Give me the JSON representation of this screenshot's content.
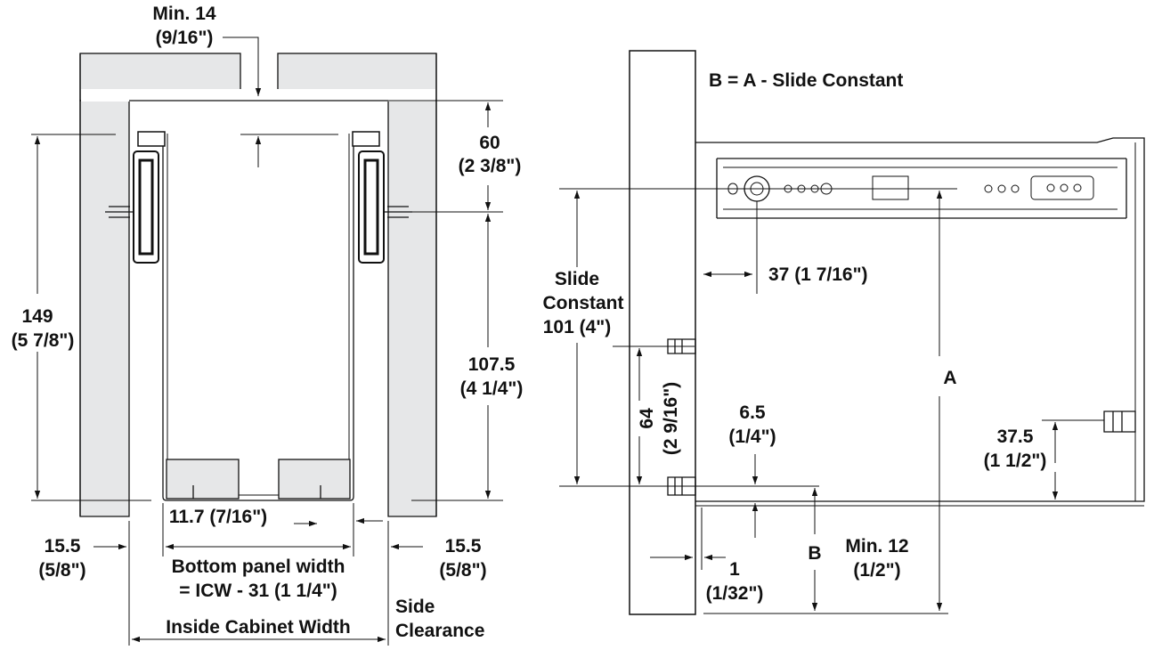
{
  "colors": {
    "panel_fill": "#e6e7e8",
    "line": "#111111",
    "background": "#ffffff"
  },
  "left_view": {
    "min14": {
      "value": "Min. 14",
      "imperial": "(9/16\")"
    },
    "d60": {
      "value": "60",
      "imperial": "(2 3/8\")"
    },
    "d149": {
      "value": "149",
      "imperial": "(5 7/8\")"
    },
    "d107": {
      "value": "107.5",
      "imperial": "(4 1/4\")"
    },
    "d117": "11.7 (7/16\")",
    "left155": {
      "value": "15.5",
      "imperial": "(5/8\")"
    },
    "right155": {
      "value": "15.5",
      "imperial": "(5/8\")"
    },
    "bottom_panel": {
      "line1": "Bottom panel width",
      "line2": "= ICW - 31 (1 1/4\")"
    },
    "icw": "Inside Cabinet Width",
    "side_clearance": {
      "line1": "Side",
      "line2": "Clearance"
    }
  },
  "right_view": {
    "formula": "B = A - Slide Constant",
    "d37": "37 (1 7/16\")",
    "slide_constant": {
      "line1": "Slide",
      "line2": "Constant",
      "line3": "101 (4\")"
    },
    "d64": {
      "value": "64",
      "imperial": "(2 9/16\")"
    },
    "d65": {
      "value": "6.5",
      "imperial": "(1/4\")"
    },
    "a": "A",
    "d375": {
      "value": "37.5",
      "imperial": "(1 1/2\")"
    },
    "b": "B",
    "min12": {
      "value": "Min. 12",
      "imperial": "(1/2\")"
    },
    "d1": {
      "value": "1",
      "imperial": "(1/32\")"
    }
  }
}
